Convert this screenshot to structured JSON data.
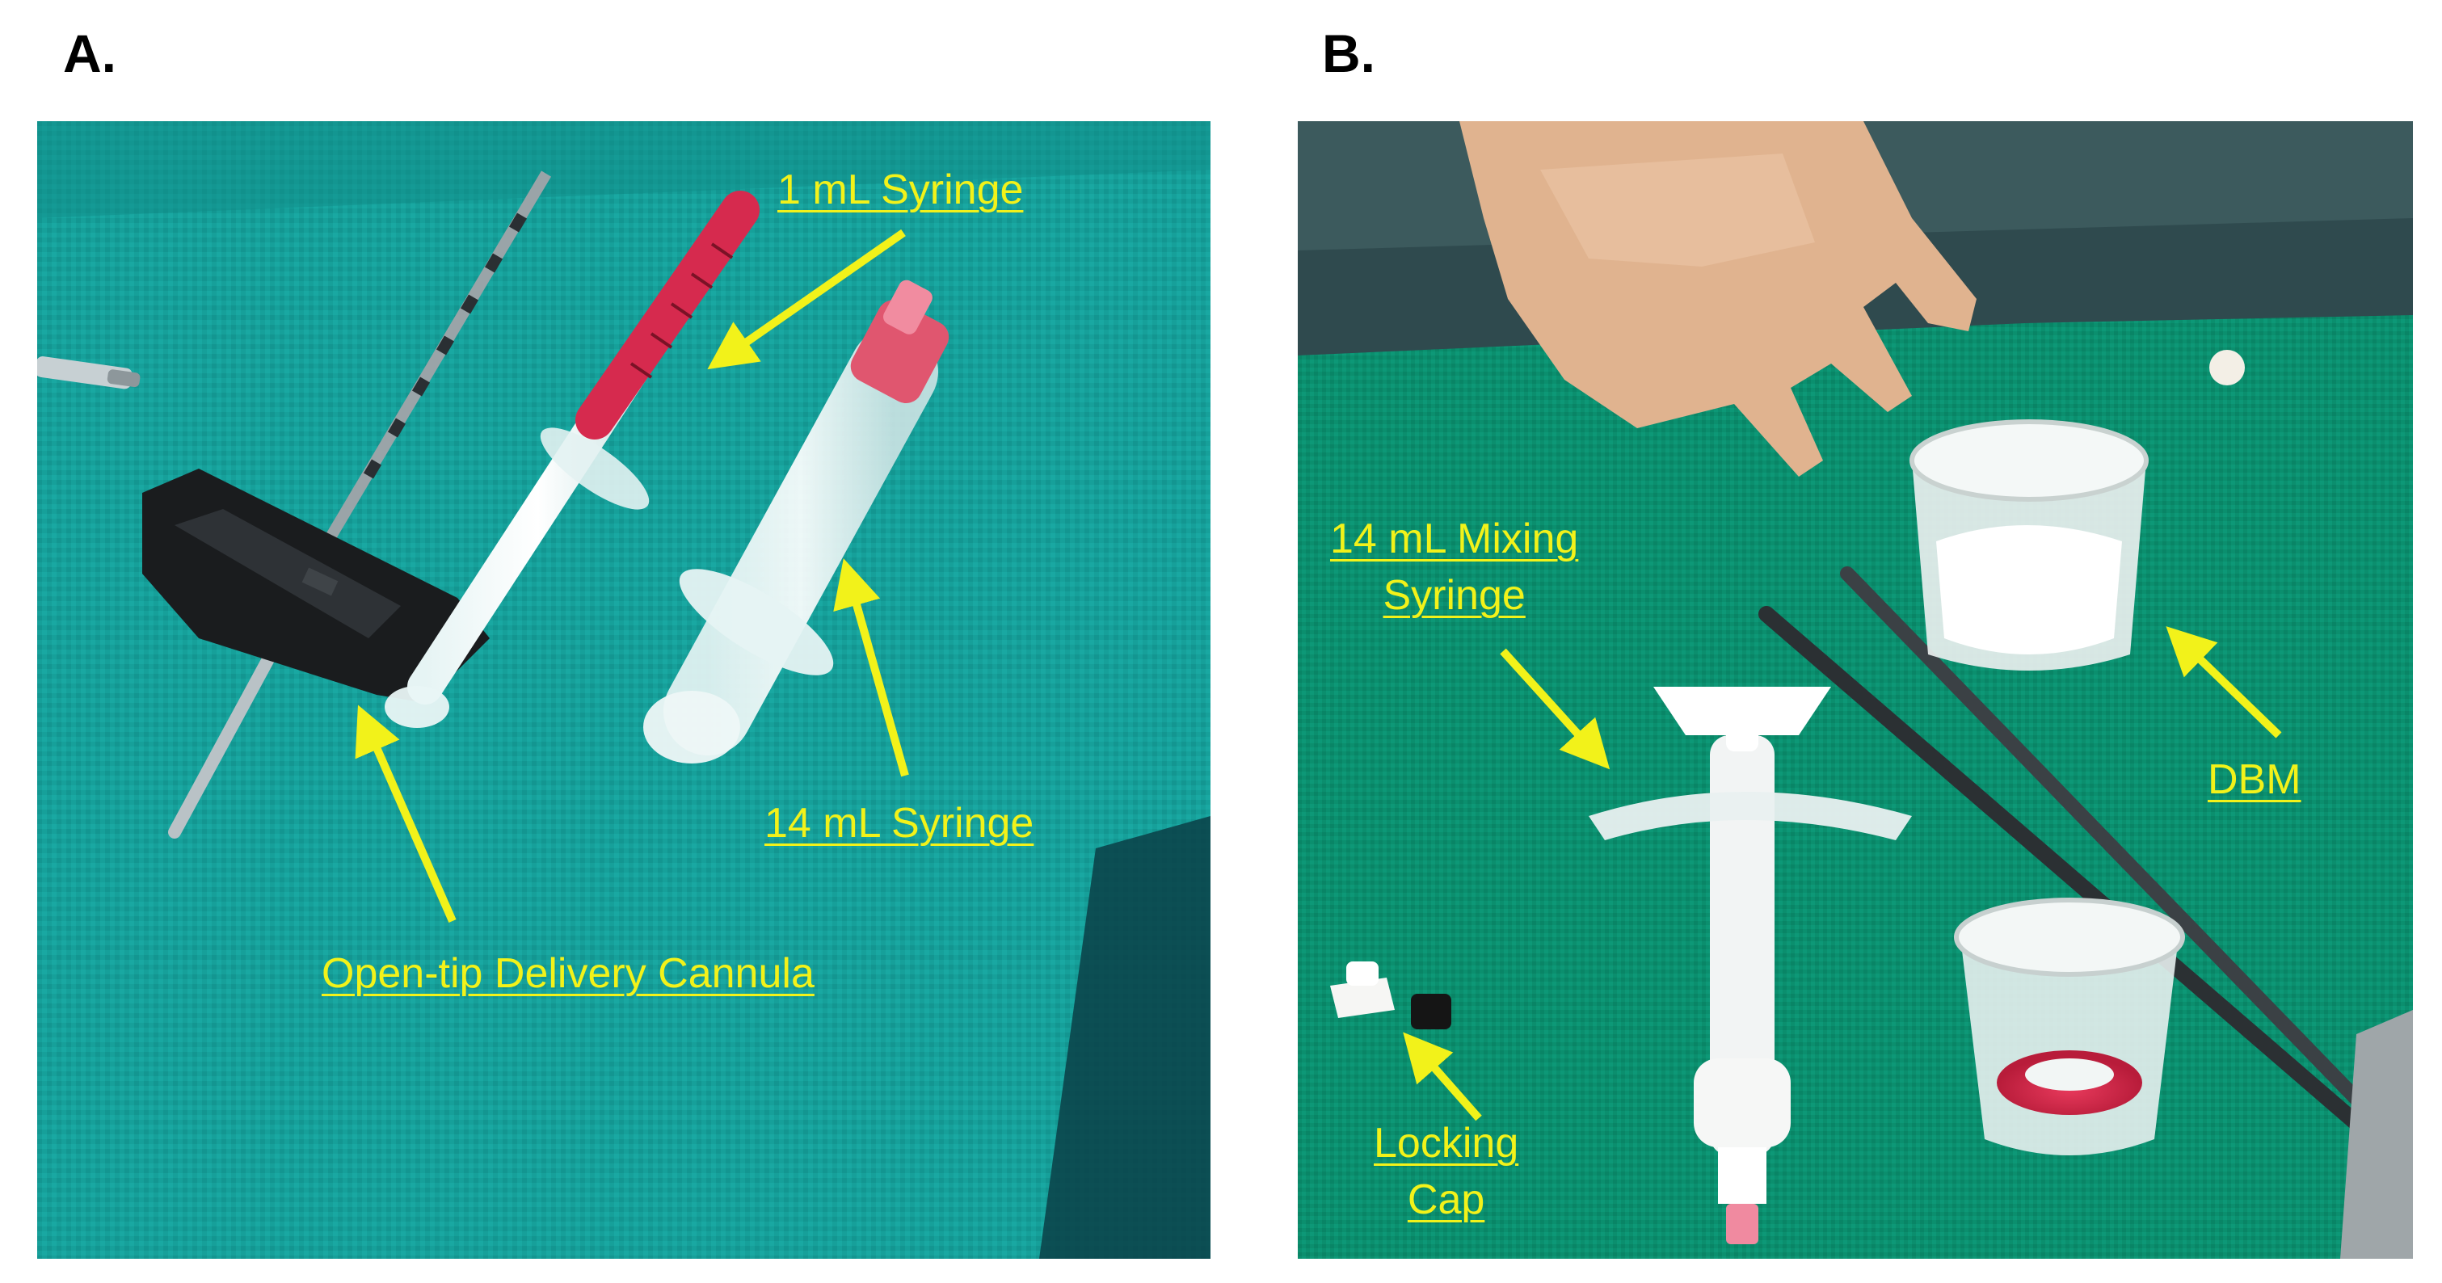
{
  "panels": {
    "a": {
      "letter": "A.",
      "labels": {
        "syringe_1ml": "1 mL Syringe",
        "syringe_14ml": "14 mL Syringe",
        "cannula": "Open-tip Delivery Cannula"
      }
    },
    "b": {
      "letter": "B.",
      "labels": {
        "mixing_line1": "14 mL Mixing",
        "mixing_line2": "Syringe",
        "dbm": "DBM",
        "locking_line1": "Locking",
        "locking_line2": "Cap"
      }
    }
  },
  "colors": {
    "drape_a": "#16a09a",
    "drape_b": "#0b8f6e",
    "callout": "#f2f21a",
    "blood": "#d62a4e"
  }
}
